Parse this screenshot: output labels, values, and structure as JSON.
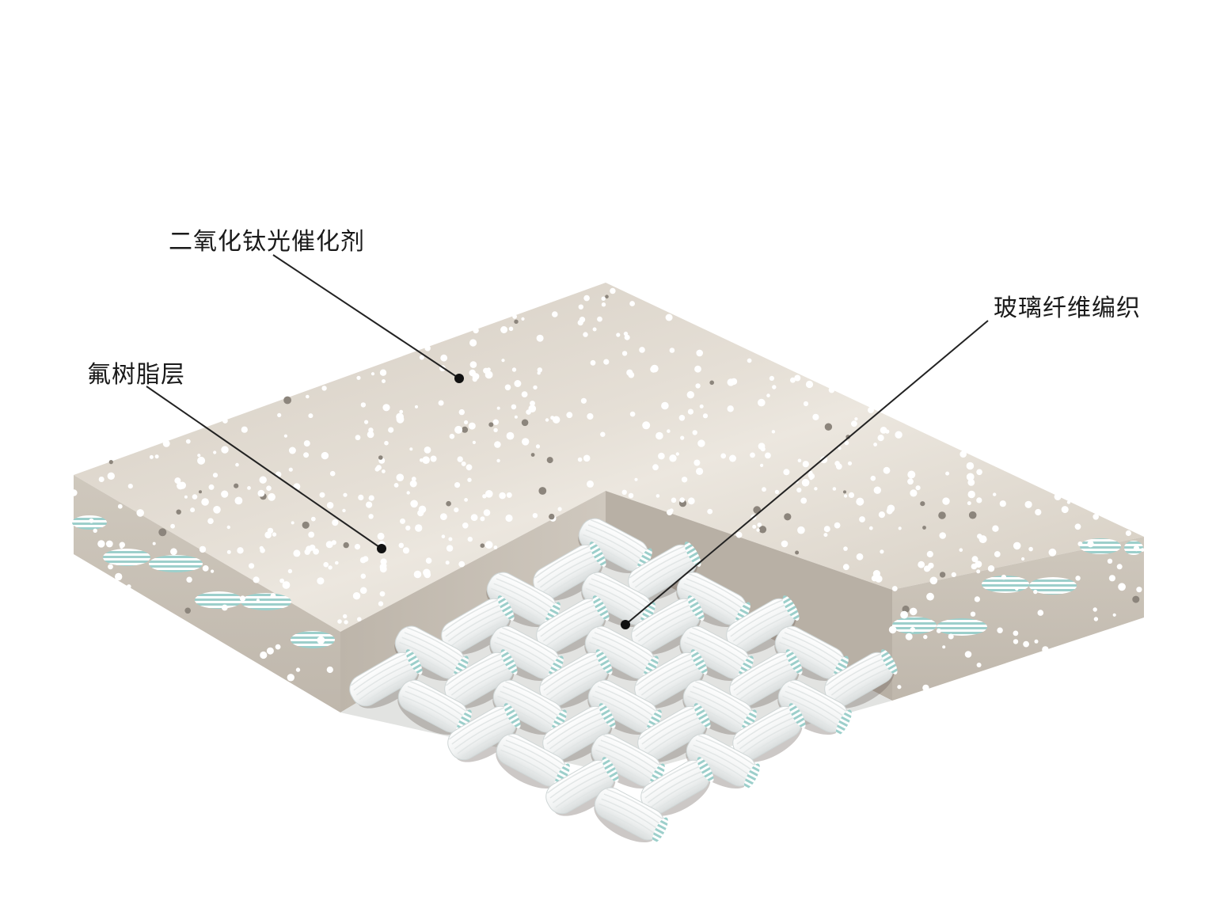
{
  "diagram": {
    "callouts": [
      {
        "id": "tio2",
        "label": "二氧化钛光催化剂"
      },
      {
        "id": "fluororesin",
        "label": "氟树脂层"
      },
      {
        "id": "glassfiber",
        "label": "玻璃纤维编织"
      }
    ]
  },
  "colors": {
    "slab_top": "#d7cfc4",
    "slab_top_highlight": "#eee8e0",
    "slab_side": "#cbc4b9",
    "slab_side_shadow": "#b9b1a6",
    "fiber_white": "#f7f8f8",
    "fiber_accent": "#9ccfcb",
    "label_text": "#1a1a1a",
    "leader_line": "#222222"
  }
}
